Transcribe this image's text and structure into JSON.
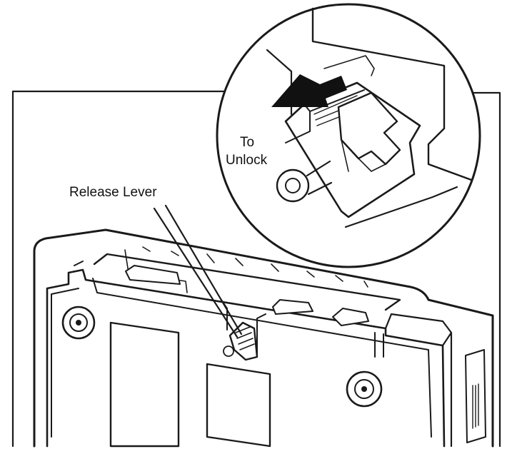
{
  "labels": {
    "release_lever": "Release Lever",
    "to_unlock_line1": "To",
    "to_unlock_line2": "Unlock"
  },
  "colors": {
    "ink": "#1a1a1a",
    "paper": "#ffffff"
  }
}
